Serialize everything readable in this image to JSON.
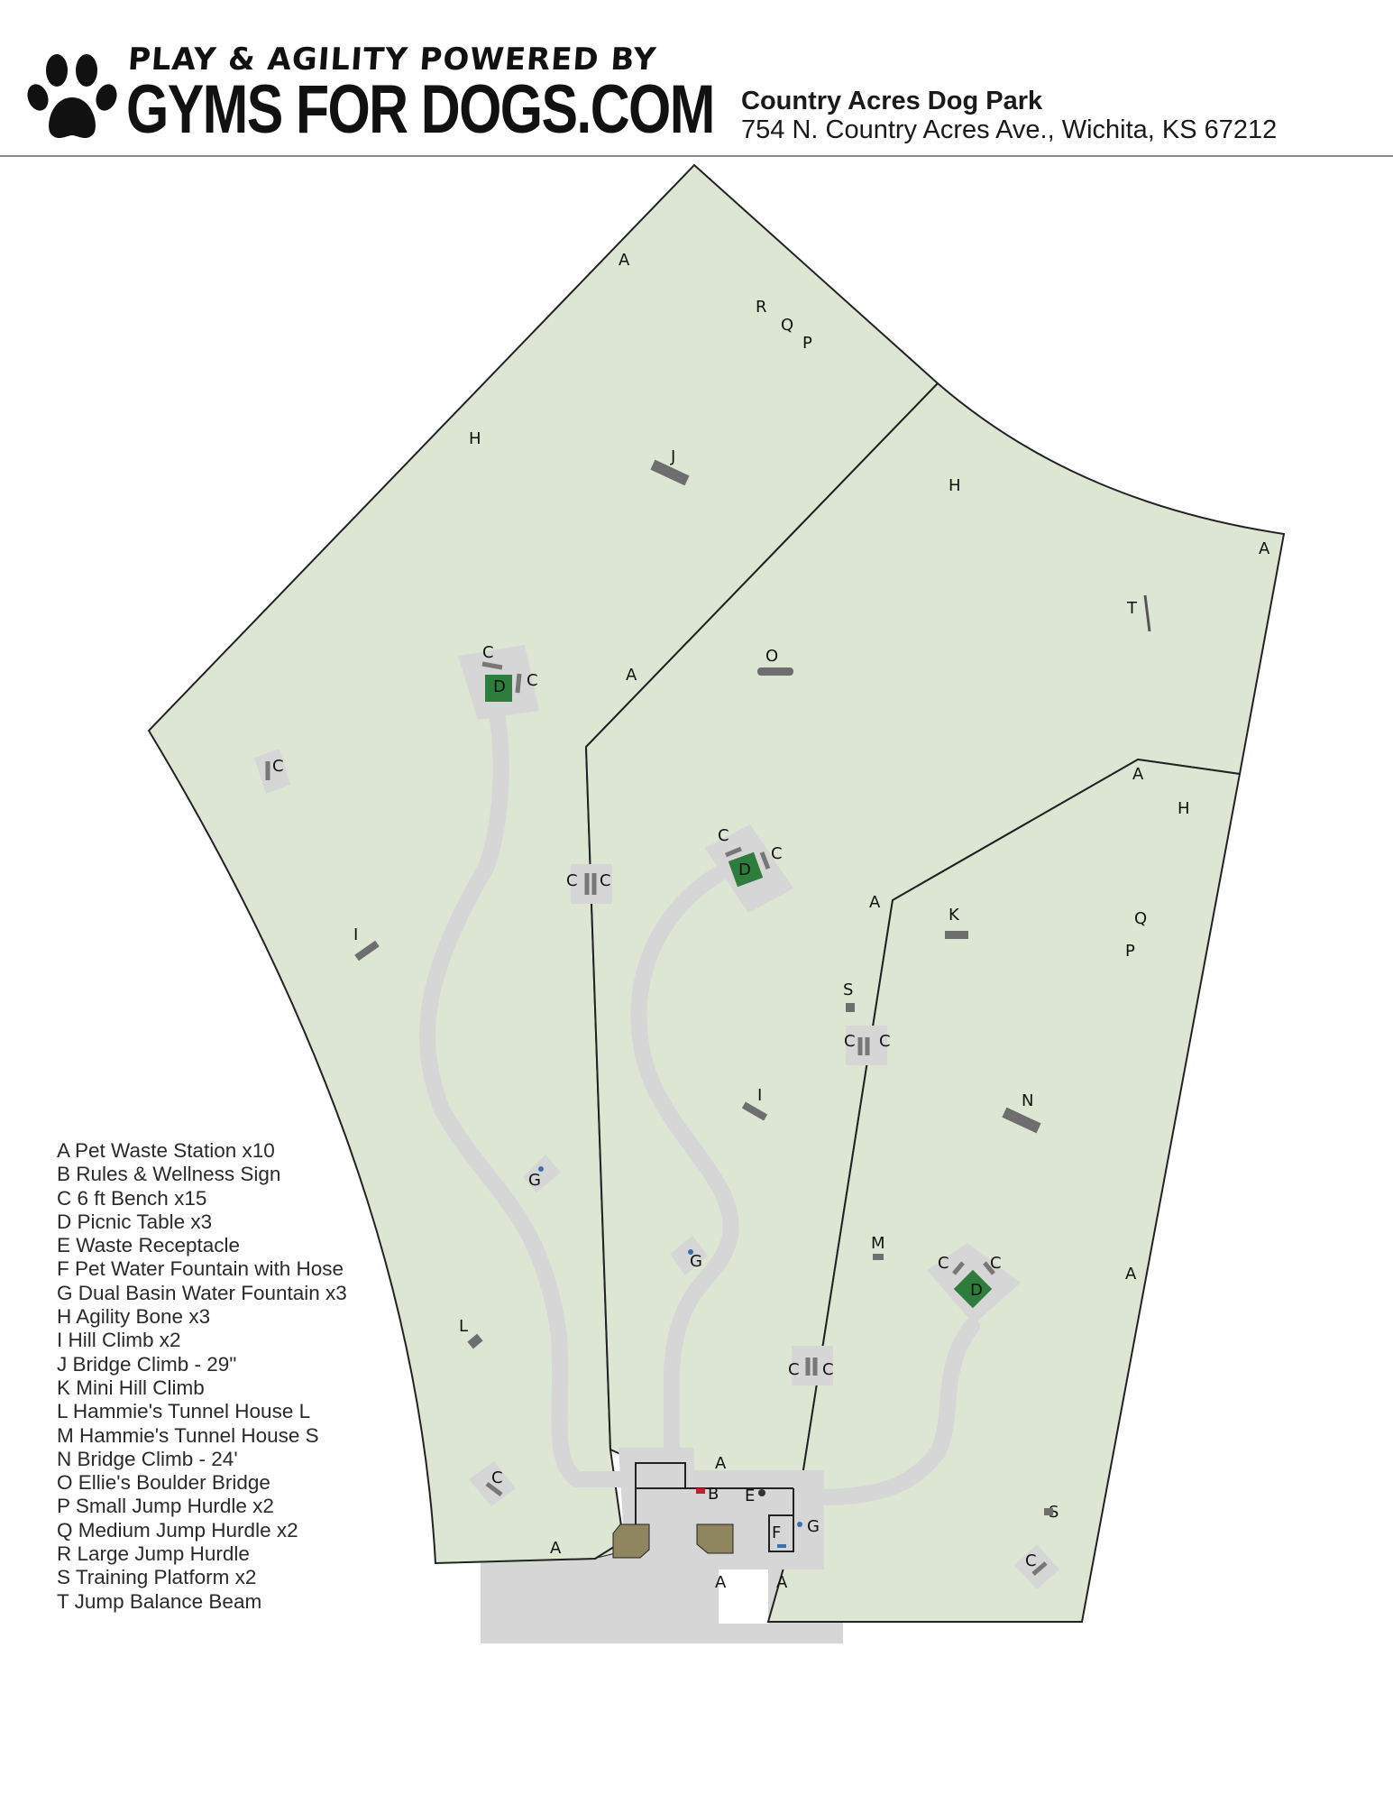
{
  "header": {
    "tagline": "PLAY & AGILITY POWERED BY",
    "brand": "GYMS FOR DOGS.COM",
    "park_name": "Country Acres Dog Park",
    "park_address": "754 N. Country Acres Ave., Wichita, KS 67212"
  },
  "colors": {
    "field": "#dce6d3",
    "path": "#d6d6d6",
    "picnic_table": "#2f7d3c",
    "bench": "#7a7a7a",
    "rules_sign": "#c0202a",
    "water": "#3a6fb0",
    "shelter": "#8f8660"
  },
  "legend": [
    {
      "key": "A",
      "label": "A Pet Waste Station x10"
    },
    {
      "key": "B",
      "label": "B Rules & Wellness Sign"
    },
    {
      "key": "C",
      "label": "C 6 ft Bench x15"
    },
    {
      "key": "D",
      "label": "D Picnic Table x3"
    },
    {
      "key": "E",
      "label": "E Waste Receptacle"
    },
    {
      "key": "F",
      "label": "F Pet Water Fountain with Hose"
    },
    {
      "key": "G",
      "label": "G Dual Basin Water Fountain x3"
    },
    {
      "key": "H",
      "label": "H Agility Bone x3"
    },
    {
      "key": "I",
      "label": "I Hill Climb x2"
    },
    {
      "key": "J",
      "label": "J Bridge Climb - 29\""
    },
    {
      "key": "K",
      "label": "K Mini Hill Climb"
    },
    {
      "key": "L",
      "label": "L Hammie's Tunnel House L"
    },
    {
      "key": "M",
      "label": "M Hammie's Tunnel House S"
    },
    {
      "key": "N",
      "label": "N Bridge Climb - 24'"
    },
    {
      "key": "O",
      "label": "O Ellie's Boulder Bridge"
    },
    {
      "key": "P",
      "label": "P Small Jump Hurdle x2"
    },
    {
      "key": "Q",
      "label": "Q Medium Jump Hurdle x2"
    },
    {
      "key": "R",
      "label": "R Large Jump Hurdle"
    },
    {
      "key": "S",
      "label": "S Training Platform x2"
    },
    {
      "key": "T",
      "label": "T Jump Balance Beam"
    }
  ],
  "markers": {
    "A": "A",
    "B": "B",
    "C": "C",
    "D": "D",
    "E": "E",
    "F": "F",
    "G": "G",
    "H": "H",
    "I": "I",
    "J": "J",
    "K": "K",
    "L": "L",
    "M": "M",
    "N": "N",
    "O": "O",
    "P": "P",
    "Q": "Q",
    "R": "R",
    "S": "S",
    "T": "T"
  }
}
